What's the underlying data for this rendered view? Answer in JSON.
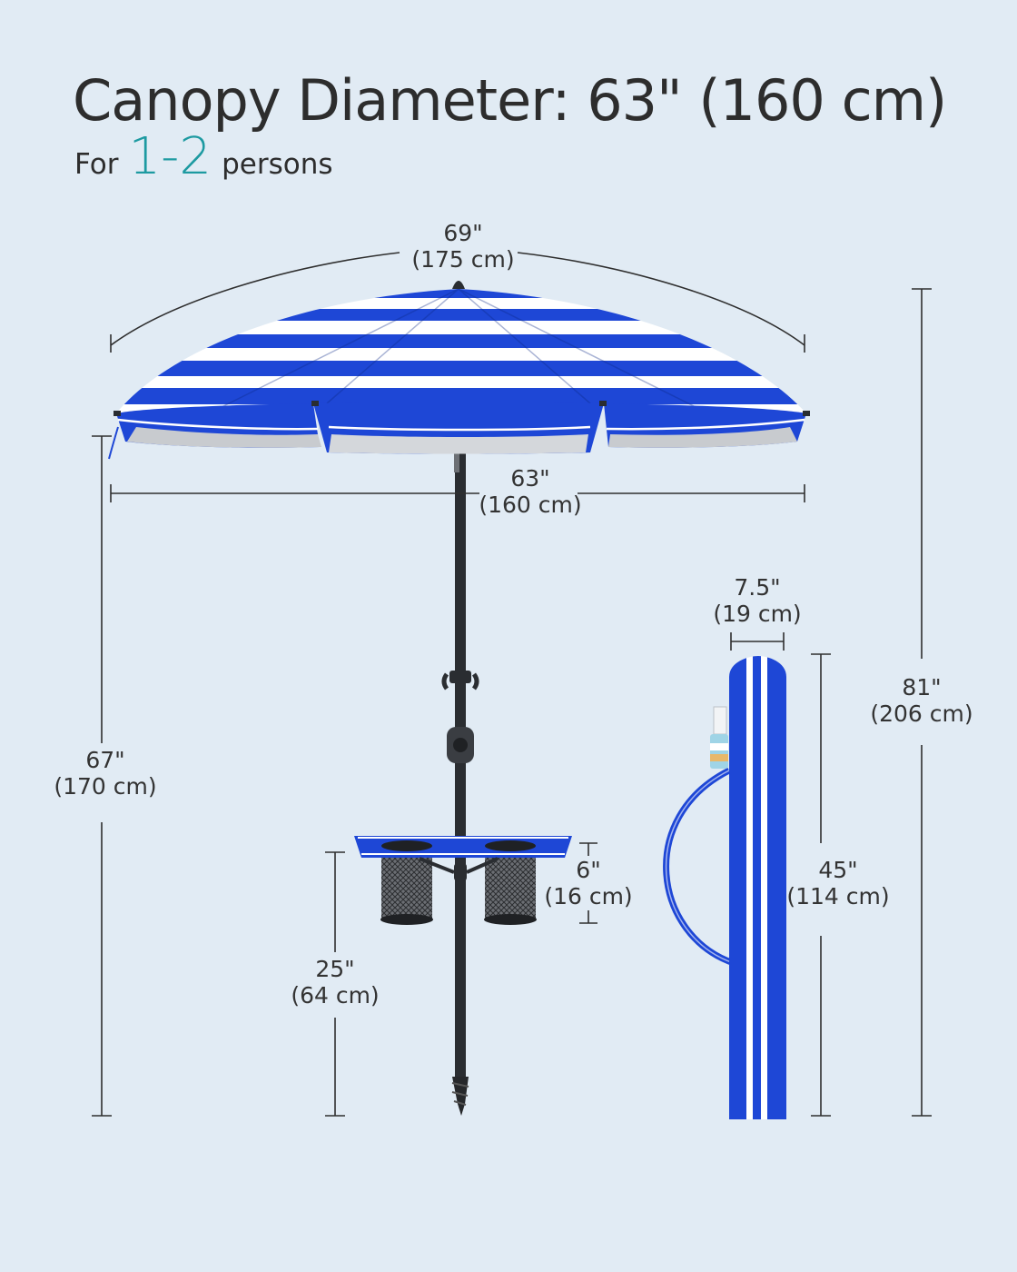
{
  "header": {
    "title": "Canopy Diameter: 63\" (160 cm)",
    "subtitle_prefix": "For",
    "subtitle_number": "1-2",
    "subtitle_suffix": "persons"
  },
  "dimensions": {
    "arc_width": {
      "in": "69\"",
      "cm": "(175 cm)"
    },
    "canopy_width": {
      "in": "63\"",
      "cm": "(160 cm)"
    },
    "total_height": {
      "in": "81\"",
      "cm": "(206 cm)"
    },
    "under_canopy": {
      "in": "67\"",
      "cm": "(170 cm)"
    },
    "table_height": {
      "in": "25\"",
      "cm": "(64 cm)"
    },
    "cup_depth": {
      "in": "6\"",
      "cm": "(16 cm)"
    },
    "bag_width": {
      "in": "7.5\"",
      "cm": "(19 cm)"
    },
    "bag_length": {
      "in": "45\"",
      "cm": "(114 cm)"
    }
  },
  "colors": {
    "background": "#e1ebf4",
    "accent": "#1d9aa1",
    "stripe_blue": "#1e47d6",
    "stripe_white": "#ffffff",
    "pole": "#2a2d31",
    "dimension_line": "#2f2f2f"
  }
}
